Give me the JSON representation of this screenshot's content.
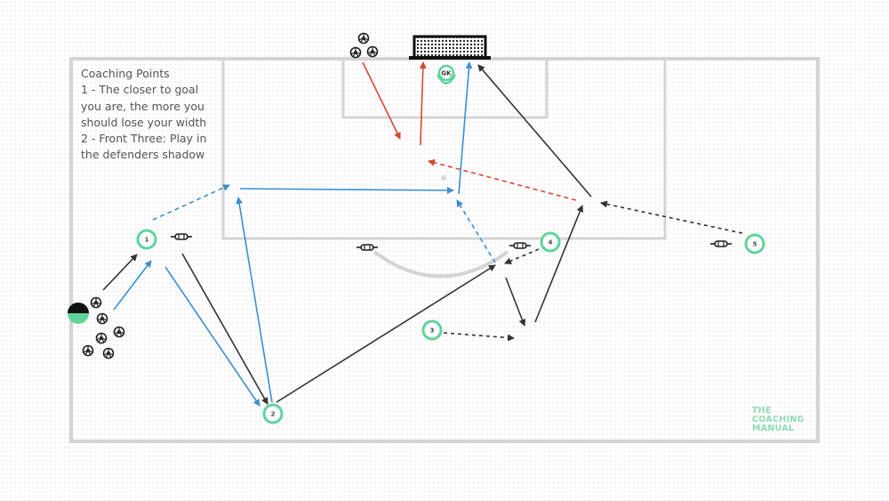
{
  "coaching_points": {
    "title": "Coaching Points",
    "lines": [
      "1 - The closer to goal",
      "you are, the more you",
      "should lose your width",
      "2 - Front Three:  Play in",
      "the defenders shadow"
    ]
  },
  "players": [
    {
      "label": "1"
    },
    {
      "label": "2"
    },
    {
      "label": "3"
    },
    {
      "label": "4"
    },
    {
      "label": "5"
    }
  ],
  "goalkeeper": {
    "label": "GK"
  },
  "logo": {
    "lines": [
      "THE",
      "COACHING",
      "MANUAL"
    ]
  },
  "colors": {
    "pitch_lines": "#d4d4d4",
    "player_ring": "#5fd49a",
    "pass_blue": "#3d8fd1",
    "run_black": "#333333",
    "run_red": "#d6492f",
    "logo": "#8fdcb4"
  },
  "icons": [
    "ball-icon",
    "mannequin-icon",
    "goal-net-icon",
    "coach-icon"
  ]
}
